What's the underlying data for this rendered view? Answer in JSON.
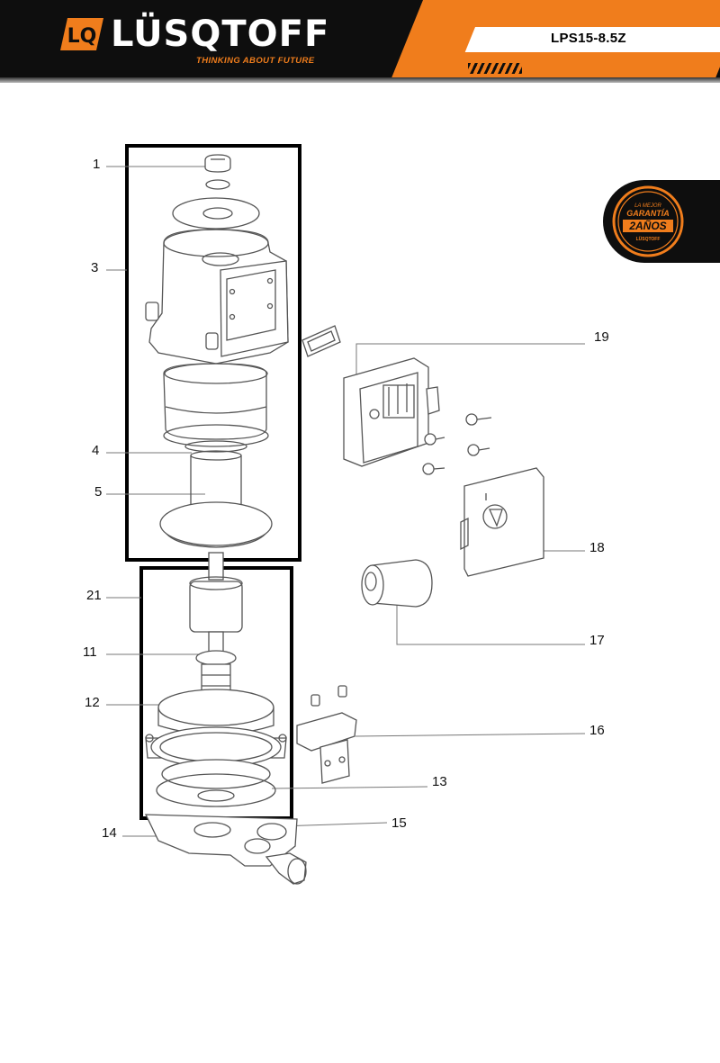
{
  "header": {
    "brand": "LÜSQTOFF",
    "logo_initials": "LQ",
    "tagline": "THINKING ABOUT FUTURE",
    "model": "LPS15-8.5Z"
  },
  "warranty_badge": {
    "line1": "LA MEJOR",
    "line2": "GARANTÍA",
    "years": "2AÑOS",
    "brand": "LÜSQTOFF"
  },
  "part_labels": [
    {
      "id": "1",
      "text": "1"
    },
    {
      "id": "3",
      "text": "3"
    },
    {
      "id": "4",
      "text": "4"
    },
    {
      "id": "5",
      "text": "5"
    },
    {
      "id": "21",
      "text": "21"
    },
    {
      "id": "11",
      "text": "11"
    },
    {
      "id": "12",
      "text": "12"
    },
    {
      "id": "14",
      "text": "14"
    },
    {
      "id": "15",
      "text": "15"
    },
    {
      "id": "13",
      "text": "13"
    },
    {
      "id": "16",
      "text": "16"
    },
    {
      "id": "17",
      "text": "17"
    },
    {
      "id": "18",
      "text": "18"
    },
    {
      "id": "19",
      "text": "19"
    }
  ],
  "colors": {
    "accent": "#f07d1c",
    "dark": "#0e0e0e"
  }
}
